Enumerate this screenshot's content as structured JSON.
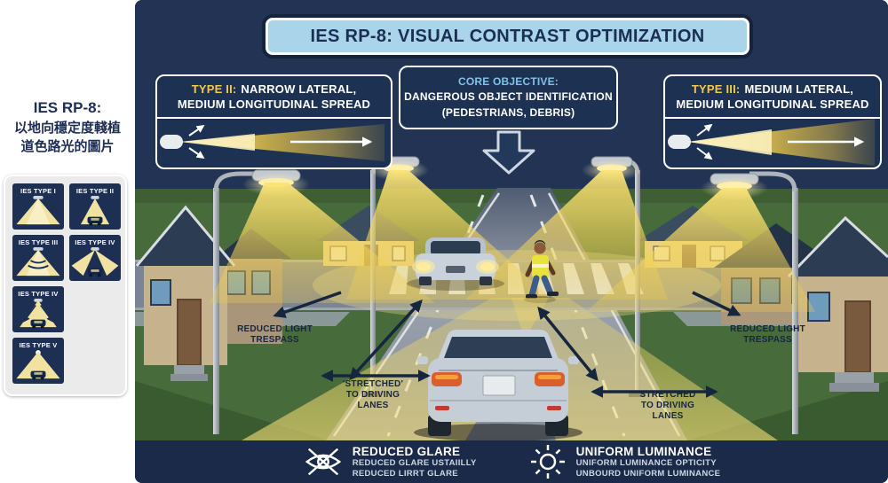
{
  "banner": {
    "title": "IES RP-8: VISUAL CONTRAST OPTIMIZATION"
  },
  "sidebar": {
    "heading_line1": "IES RP-8:",
    "heading_line2": "以地向穩定度輚植",
    "heading_line3": "道色路光的圖片",
    "legend": [
      {
        "label": "IES TYPE I"
      },
      {
        "label": "IES TYPE II"
      },
      {
        "label": "IES TYPE III"
      },
      {
        "label": "IES TYPE IV"
      },
      {
        "label": "IES TYPE IV"
      },
      {
        "label": "IES TYPE V"
      }
    ]
  },
  "callouts": {
    "left": {
      "badge": "TYPE II:",
      "title": "NARROW LATERAL,",
      "subtitle": "MEDIUM LONGITUDINAL SPREAD"
    },
    "center": {
      "heading": "CORE OBJECTIVE:",
      "line2": "DANGEROUS OBJECT IDENTIFICATION",
      "line3": "(PEDESTRIANS, DEBRIS)"
    },
    "right": {
      "badge": "TYPE III:",
      "title": "MEDIUM LATERAL,",
      "subtitle": "MEDIUM LONGITUDINAL SPREAD"
    }
  },
  "scene_labels": {
    "trespass_line1": "REDUCED LIGHT",
    "trespass_line2": "TRESPASS",
    "stretched_line1": "'STRETCHED'",
    "stretched_line2": "TO DRIVING",
    "stretched_line3": "LANES"
  },
  "footer": {
    "glare": {
      "title": "REDUCED GLARE",
      "line2": "REDUCED GLARE USTAIILLY",
      "line3": "REDUCED LIRRT GLARE"
    },
    "luminance": {
      "title": "UNIFORM LUMINANCE",
      "line2": "UNIFORM LUMINANCE OPTICITY",
      "line3": "UNBOURD UNIFORM LUMINANCE"
    }
  },
  "colors": {
    "accent_yellow": "#F2C94C",
    "banner_blue": "#A9D4EA",
    "panel_navy": "#1D2F52",
    "sky_navy": "#223354",
    "heading_blue": "#7FC4E8",
    "arrow_navy": "#16263F"
  }
}
